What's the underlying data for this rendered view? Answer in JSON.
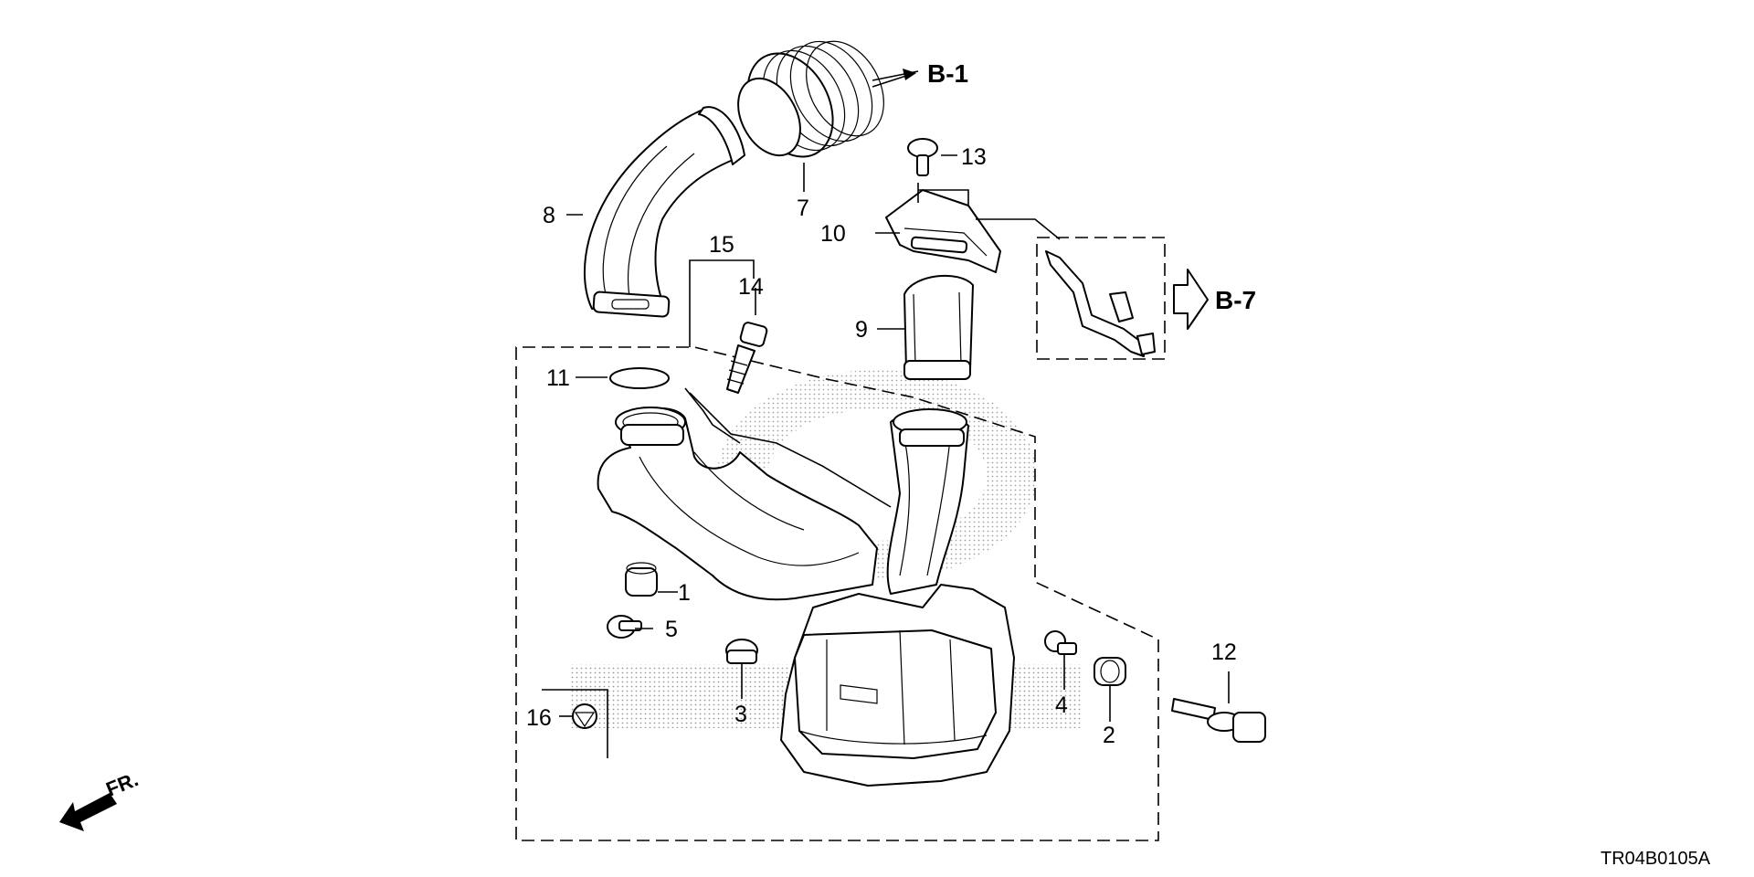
{
  "diagram": {
    "callouts": {
      "c1": "1",
      "c2": "2",
      "c3": "3",
      "c4": "4",
      "c5": "5",
      "c7": "7",
      "c8": "8",
      "c9": "9",
      "c10": "10",
      "c11": "11",
      "c12": "12",
      "c13": "13",
      "c14": "14",
      "c15": "15",
      "c16": "16"
    },
    "refs": {
      "b1": "B-1",
      "b7": "B-7"
    },
    "front_label": "FR.",
    "diagram_code": "TR04B0105A"
  }
}
